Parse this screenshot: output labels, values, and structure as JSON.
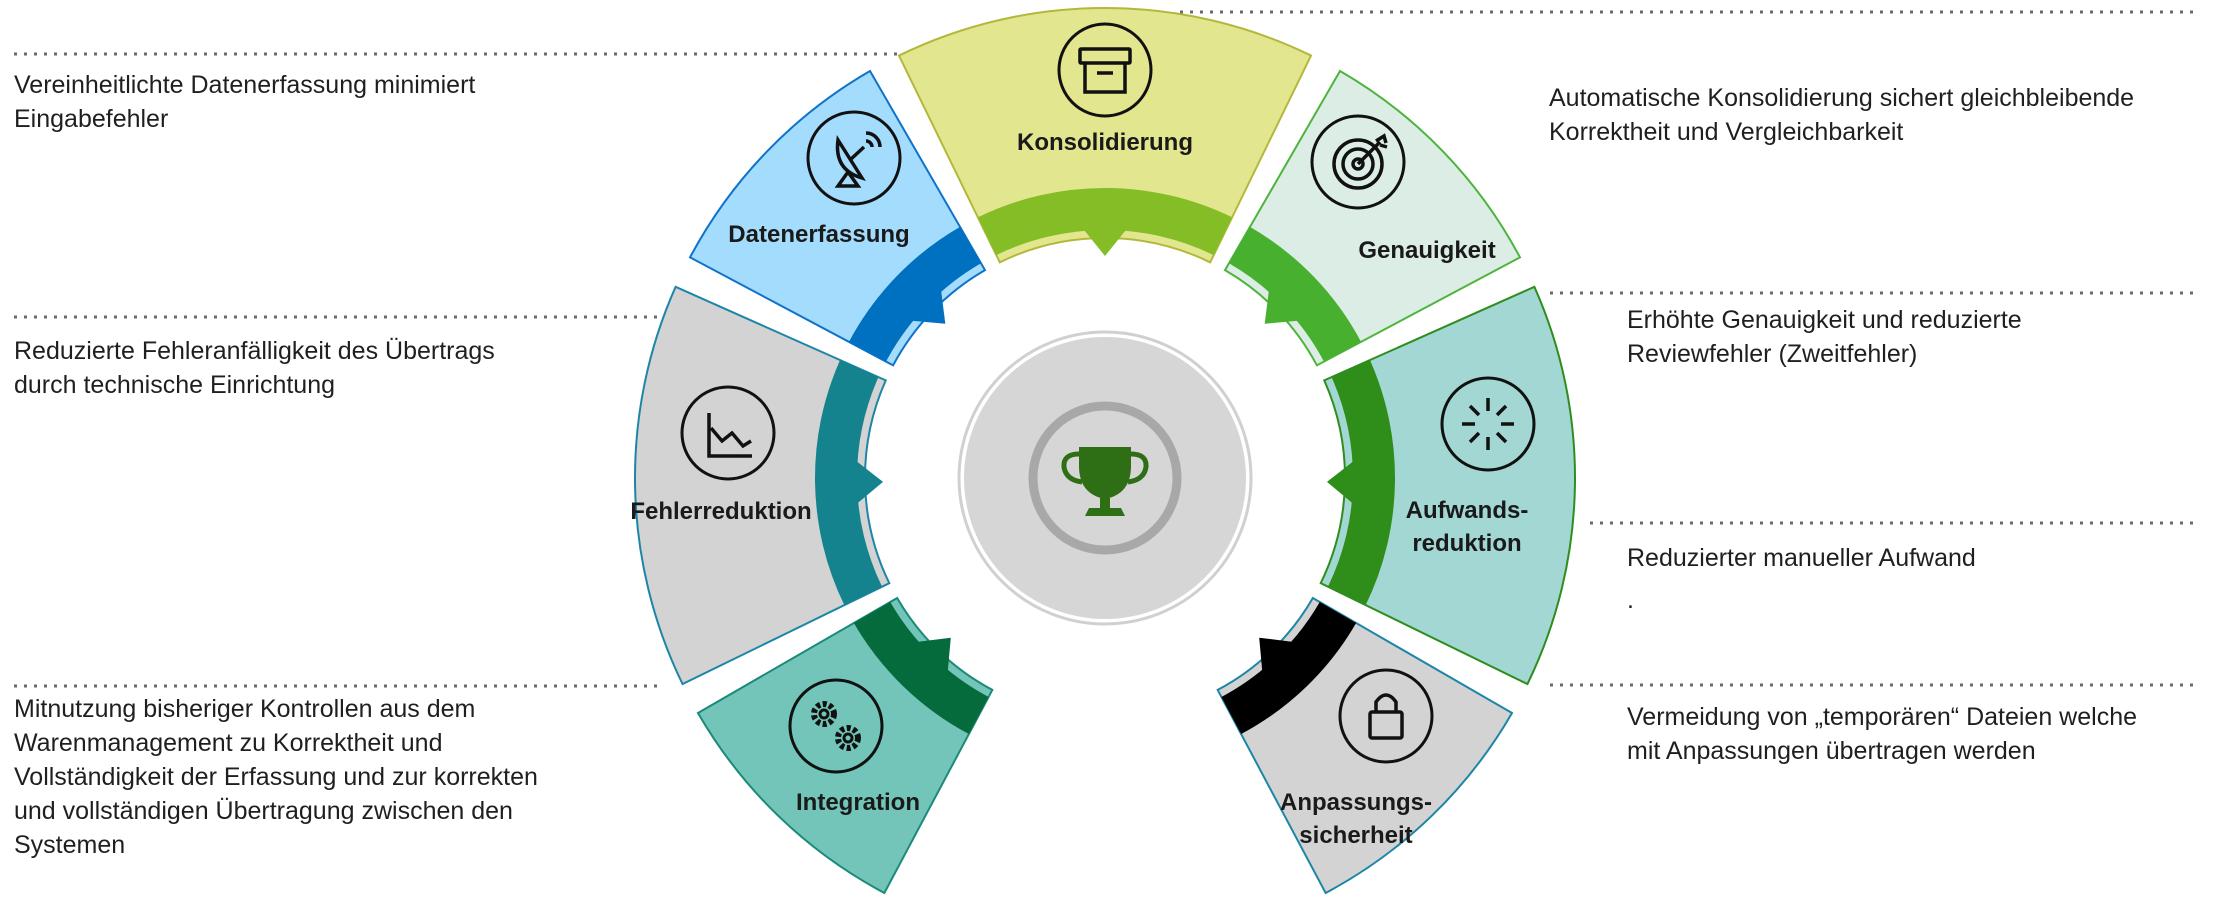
{
  "segments": {
    "datenerfassung": {
      "label": "Datenerfassung",
      "icon": "satellite-dish-icon",
      "fill": "#a3dcfd",
      "stroke": "#0f73c9",
      "band": "#0070c0"
    },
    "konsolidierung": {
      "label": "Konsolidierung",
      "icon": "archive-box-icon",
      "fill": "#e2e68e",
      "stroke": "#b3b83b",
      "band": "#84bd26"
    },
    "genauigkeit": {
      "label": "Genauigkeit",
      "icon": "target-icon",
      "fill": "#dcede6",
      "stroke": "#4db43c",
      "band": "#47b02f"
    },
    "aufwandsreduktion": {
      "label_line1": "Aufwands-",
      "label_line2": "reduktion",
      "icon": "loading-spinner-icon",
      "fill": "#a2d7d3",
      "stroke": "#2f8d1e",
      "band": "#2f8d1a"
    },
    "anpassungssicherheit": {
      "label_line1": "Anpassungs-",
      "label_line2": "sicherheit",
      "icon": "padlock-icon",
      "fill": "#d3d3d3",
      "stroke": "#1d85a8",
      "band": "#000000"
    },
    "integration": {
      "label": "Integration",
      "icon": "gears-icon",
      "fill": "#72c5b8",
      "stroke": "#1b8a78",
      "band": "#056b3c"
    },
    "fehlerreduktion": {
      "label": "Fehlerreduktion",
      "icon": "declining-chart-icon",
      "fill": "#d3d3d3",
      "stroke": "#1d85a8",
      "band": "#14838e"
    }
  },
  "center": {
    "icon": "trophy-icon",
    "fill": "#d6d6d6",
    "ring": "#a8a8a8",
    "trophy": "#2e6e14"
  },
  "notes": {
    "datenerfassung": [
      "Vereinheitlichte Datenerfassung minimiert",
      "Eingabefehler"
    ],
    "fehlerreduktion": [
      "Reduzierte Fehleranfälligkeit des Übertrags",
      "durch technische Einrichtung"
    ],
    "integration": [
      "Mitnutzung bisheriger Kontrollen aus dem",
      "Warenmanagement zu Korrektheit und",
      "Vollständigkeit der Erfassung  und zur korrekten",
      "und vollständigen Übertragung zwischen den",
      "Systemen"
    ],
    "konsolidierung": [
      "Automatische Konsolidierung sichert gleichbleibende",
      "Korrektheit und Vergleichbarkeit"
    ],
    "genauigkeit": [
      "Erhöhte Genauigkeit und reduzierte",
      "Reviewfehler (Zweitfehler)"
    ],
    "aufwandsreduktion": [
      "Reduzierter manueller Aufwand",
      "."
    ],
    "anpassungssicherheit": [
      "Vermeidung von „temporären“ Dateien welche",
      "mit Anpassungen übertragen werden"
    ]
  }
}
